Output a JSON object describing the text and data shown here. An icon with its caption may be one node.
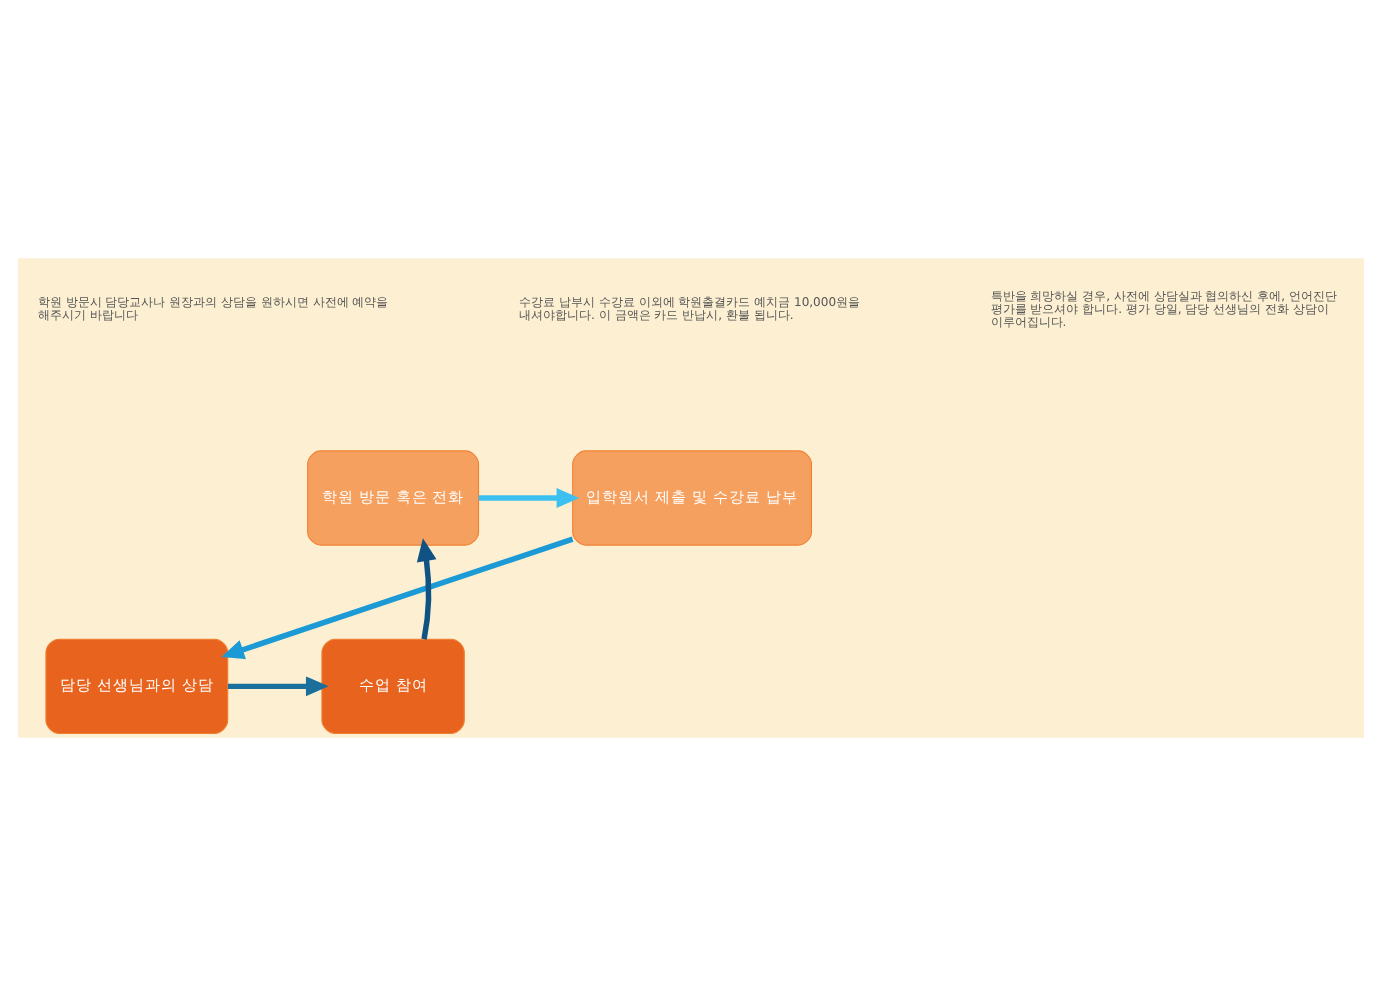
{
  "diagram": {
    "nodes": [
      {
        "text": [
          "학원 방문 혹은 전화"
        ]
      },
      {
        "text": [
          "입학원서 제출 및 수강료 납부"
        ]
      },
      {
        "text": [
          "수업 참여"
        ]
      },
      {
        "text": [
          "담당 선생님과의 상담"
        ]
      }
    ],
    "edges": [
      {
        "from": 0,
        "to": 1,
        "arrow": "to",
        "color": "#3cc0f0"
      },
      {
        "from": 1,
        "to": 3,
        "arrow": "to",
        "color": "#1b9ad6"
      },
      {
        "from": 3,
        "to": 2,
        "arrow": "to",
        "color": "#1a6f9c"
      },
      {
        "from": 2,
        "to": 0,
        "arrow": "to",
        "color": "#0f5283"
      }
    ],
    "labels": [
      "학원 방문시 담당교사나 원장과의 상담을 원하시면 사전에 예약을 해주시기 바랍니다",
      "특반을 희망하실 경우, 사전에 상담실과 협의하신 후에, 언어진단 평가를 받으셔야 합니다. 평가 당일, 담당 선생님의 전화 상담이 이루어집니다.",
      "수강료 납부시 수강료 이외에 학원출결카드 예치금 10,000원을 내셔야합니다. 이 금액은 카드 반납시, 환불 됩니다."
    ]
  }
}
